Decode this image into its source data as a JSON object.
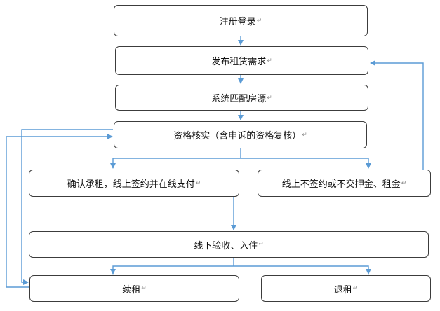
{
  "nodes": {
    "register": "注册登录",
    "publish": "发布租赁需求",
    "match": "系统匹配房源",
    "verify": "资格核实（含申诉的资格复核）",
    "confirm": "确认承租，线上签约并在线支付",
    "no_sign": "线上不签约或不交押金、租金",
    "offline": "线下验收、入住",
    "renew": "续租",
    "withdraw": "退租"
  },
  "paragraph_mark": "↵",
  "colors": {
    "arrow": "#5b9bd5",
    "border": "#3c3c3c",
    "text": "#111111"
  }
}
